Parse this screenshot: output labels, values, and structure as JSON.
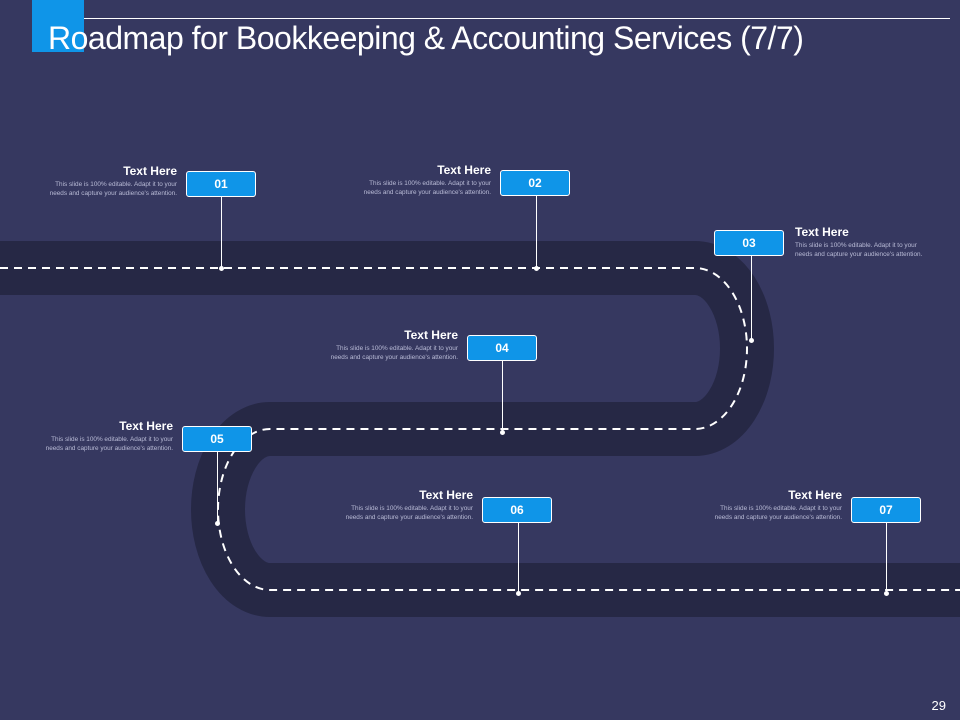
{
  "slide": {
    "title": "Roadmap for Bookkeeping & Accounting Services (7/7)",
    "page_number": "29"
  },
  "colors": {
    "background": "#363860",
    "road": "#262845",
    "accent": "#0f95e8",
    "text": "#ffffff",
    "muted_text": "#b9bbd6"
  },
  "milestones": [
    {
      "number": "01",
      "heading": "Text Here",
      "body": "This slide is 100% editable. Adapt it to your needs and capture your audience's attention."
    },
    {
      "number": "02",
      "heading": "Text Here",
      "body": "This slide is 100% editable. Adapt it to your needs and capture your audience's attention."
    },
    {
      "number": "03",
      "heading": "Text Here",
      "body": "This slide is 100% editable. Adapt it to your needs and capture your audience's attention."
    },
    {
      "number": "04",
      "heading": "Text Here",
      "body": "This slide is 100% editable. Adapt it to your needs and capture your audience's attention."
    },
    {
      "number": "05",
      "heading": "Text Here",
      "body": "This slide is 100% editable. Adapt it to your needs and capture your audience's attention."
    },
    {
      "number": "06",
      "heading": "Text Here",
      "body": "This slide is 100% editable. Adapt it to your needs and capture your audience's attention."
    },
    {
      "number": "07",
      "heading": "Text Here",
      "body": "This slide is 100% editable. Adapt it to your needs and capture your audience's attention."
    }
  ]
}
